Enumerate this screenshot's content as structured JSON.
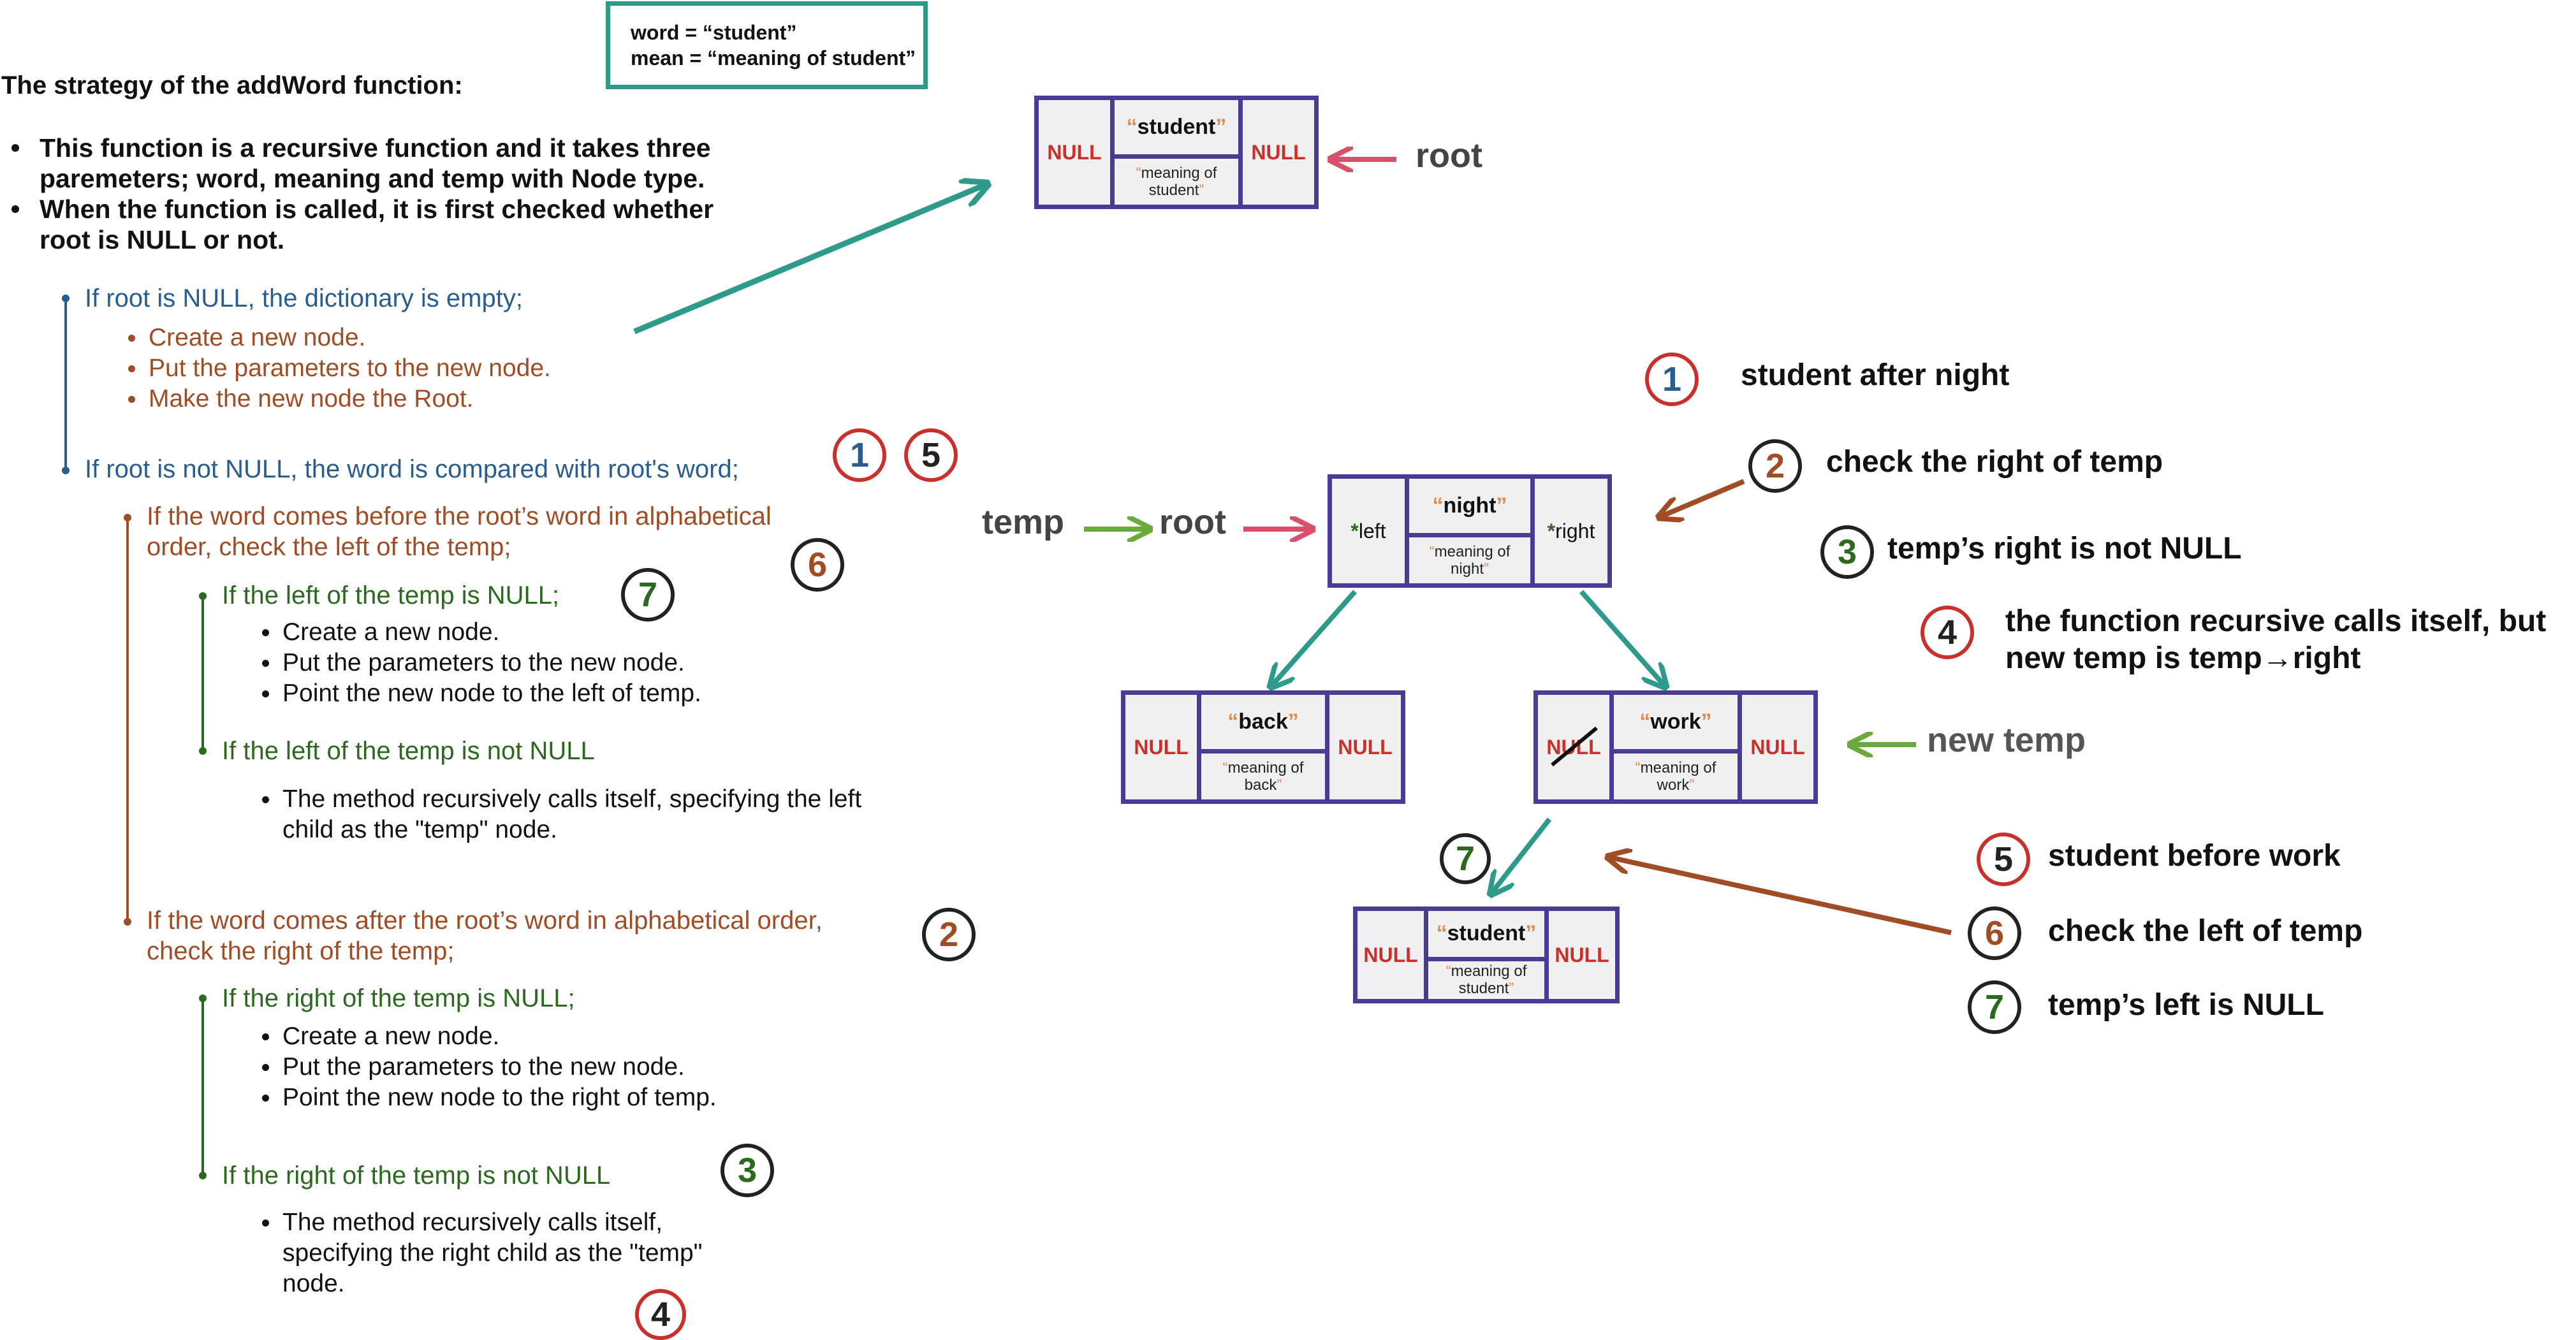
{
  "word_box": {
    "line1": "word =  “student”",
    "line2": "mean = “meaning of student”"
  },
  "heading": "The strategy of the addWord function:",
  "bullets": [
    "This function is a recursive function and it takes three paremeters;  word, meaning and temp with Node type.",
    "When the function is called, it is first checked whether root is NULL or not."
  ],
  "root_null": {
    "title": "If root is NULL, the dictionary is empty;",
    "items": [
      "Create a new node.",
      "Put the parameters to the new node.",
      "Make the new node the Root."
    ]
  },
  "root_not_null": {
    "title": "If root is not NULL, the word is compared with root's word;"
  },
  "before": {
    "line1": "If the word comes before the root’s word in alphabetical",
    "line2": "order, check the left of the temp;",
    "left_null": {
      "title": "If the left of the temp is NULL;",
      "items": [
        "Create a new node.",
        "Put the parameters to the new node.",
        "Point the new node to the left of temp."
      ]
    },
    "left_not_null": {
      "title": "If the left of the temp is not NULL",
      "items": [
        "The method recursively calls itself, specifying the left child as the \"temp\" node."
      ]
    }
  },
  "after": {
    "line1": "If the word comes after the root’s word in alphabetical order,",
    "line2": "check the right of the temp;",
    "right_null": {
      "title": "If the right of the temp is NULL;",
      "items": [
        "Create a new node.",
        "Put the parameters to the new node.",
        "Point the new node to the right of temp."
      ]
    },
    "right_not_null": {
      "title": "If the right of the temp is not NULL",
      "items": [
        "The method recursively calls itself, specifying the right child as the \"temp\" node."
      ]
    }
  },
  "nodes": {
    "top": {
      "left": "NULL",
      "word": "student",
      "mean": "meaning of student",
      "right": "NULL"
    },
    "night": {
      "left": "left",
      "word": "night",
      "mean": "meaning of night",
      "right": "right"
    },
    "back": {
      "left": "NULL",
      "word": "back",
      "mean": "meaning of back",
      "right": "NULL"
    },
    "work": {
      "left": "NULL",
      "word": "work",
      "mean": "meaning of work",
      "right": "NULL"
    },
    "student": {
      "left": "NULL",
      "word": "student",
      "mean": "meaning of student",
      "right": "NULL"
    }
  },
  "labels": {
    "root_top": "root",
    "temp": "temp",
    "root_mid": "root",
    "new_temp": "new temp"
  },
  "badges": {
    "n1": "1",
    "n2": "2",
    "n3": "3",
    "n4": "4",
    "n5": "5",
    "n6": "6",
    "n7": "7"
  },
  "legend": [
    {
      "num": "1",
      "text": "student after night"
    },
    {
      "num": "2",
      "text": "check the right of temp"
    },
    {
      "num": "3",
      "text": "temp’s right is not NULL"
    },
    {
      "num": "4",
      "text": "the function recursive calls itself, but new temp is temp→right"
    },
    {
      "num": "5",
      "text": "student before work"
    },
    {
      "num": "6",
      "text": "check the left of temp"
    },
    {
      "num": "7",
      "text": "temp’s left is NULL"
    }
  ],
  "colors": {
    "teal": "#2d9a8a",
    "pink": "#d8506a",
    "brown": "#a04c24",
    "green": "#6aaa3a",
    "purple": "#4b3b96",
    "red": "#c9302c"
  }
}
